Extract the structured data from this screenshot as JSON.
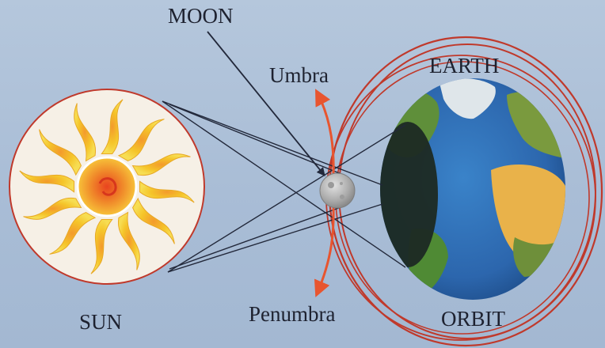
{
  "labels": {
    "moon": "MOON",
    "umbra": "Umbra",
    "earth": "EARTH",
    "sun": "SUN",
    "penumbra": "Penumbra",
    "orbit": "ORBIT"
  },
  "colors": {
    "background": "#b0c3da",
    "orbit_ring": "#c0392b",
    "arrow": "#e8552f",
    "ray": "#22283a",
    "sun_ray": "#f2c62a",
    "sun_core": "#f08a2a",
    "moon": "#b8b8b8",
    "earth_ocean": "#2f6fb8",
    "earth_land": "#5f8f3a",
    "earth_desert": "#e9b24a",
    "earth_ice": "#dfe6ea",
    "shadow": "#1d2b23"
  },
  "icons": {
    "sun": "sun-icon",
    "moon": "moon-icon",
    "earth": "earth-globe-icon"
  }
}
